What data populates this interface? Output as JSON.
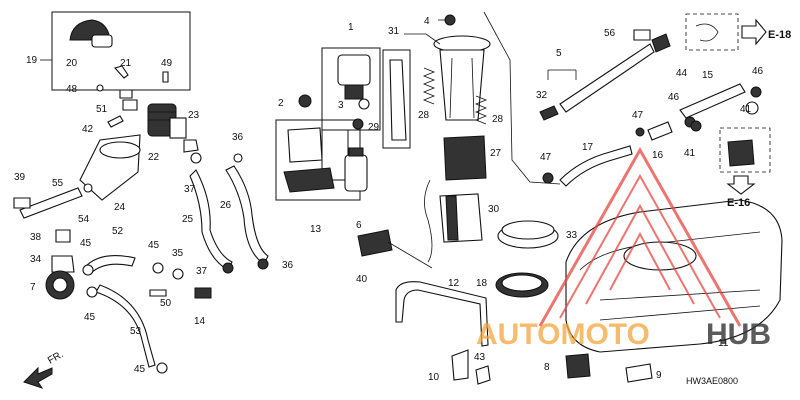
{
  "diagram": {
    "code": "HW3AE0800",
    "front_marker": "FR.",
    "refs": [
      {
        "id": "ref-e18",
        "text": "E-18"
      },
      {
        "id": "ref-e16",
        "text": "E-16"
      }
    ],
    "labels": [
      {
        "id": "19",
        "text": "19"
      },
      {
        "id": "20",
        "text": "20"
      },
      {
        "id": "21",
        "text": "21"
      },
      {
        "id": "48",
        "text": "48"
      },
      {
        "id": "49",
        "text": "49"
      },
      {
        "id": "51",
        "text": "51"
      },
      {
        "id": "42",
        "text": "42"
      },
      {
        "id": "22",
        "text": "22"
      },
      {
        "id": "23",
        "text": "23"
      },
      {
        "id": "24",
        "text": "24"
      },
      {
        "id": "39",
        "text": "39"
      },
      {
        "id": "55",
        "text": "55"
      },
      {
        "id": "54",
        "text": "54"
      },
      {
        "id": "38",
        "text": "38"
      },
      {
        "id": "45a",
        "text": "45"
      },
      {
        "id": "52",
        "text": "52"
      },
      {
        "id": "34",
        "text": "34"
      },
      {
        "id": "7",
        "text": "7"
      },
      {
        "id": "45b",
        "text": "45"
      },
      {
        "id": "53",
        "text": "53"
      },
      {
        "id": "45c",
        "text": "45"
      },
      {
        "id": "45d",
        "text": "45"
      },
      {
        "id": "35",
        "text": "35"
      },
      {
        "id": "50",
        "text": "50"
      },
      {
        "id": "14",
        "text": "14"
      },
      {
        "id": "37a",
        "text": "37"
      },
      {
        "id": "25",
        "text": "25"
      },
      {
        "id": "36a",
        "text": "36"
      },
      {
        "id": "26",
        "text": "26"
      },
      {
        "id": "37b",
        "text": "37"
      },
      {
        "id": "36b",
        "text": "36"
      },
      {
        "id": "1",
        "text": "1"
      },
      {
        "id": "2",
        "text": "2"
      },
      {
        "id": "3",
        "text": "3"
      },
      {
        "id": "29",
        "text": "29"
      },
      {
        "id": "13",
        "text": "13"
      },
      {
        "id": "6",
        "text": "6"
      },
      {
        "id": "40",
        "text": "40"
      },
      {
        "id": "31",
        "text": "31"
      },
      {
        "id": "4",
        "text": "4"
      },
      {
        "id": "28a",
        "text": "28"
      },
      {
        "id": "28b",
        "text": "28"
      },
      {
        "id": "27",
        "text": "27"
      },
      {
        "id": "30",
        "text": "30"
      },
      {
        "id": "33",
        "text": "33"
      },
      {
        "id": "18",
        "text": "18"
      },
      {
        "id": "12",
        "text": "12"
      },
      {
        "id": "10",
        "text": "10"
      },
      {
        "id": "43",
        "text": "43"
      },
      {
        "id": "8",
        "text": "8"
      },
      {
        "id": "9",
        "text": "9"
      },
      {
        "id": "11",
        "text": "11"
      },
      {
        "id": "56",
        "text": "56"
      },
      {
        "id": "5",
        "text": "5"
      },
      {
        "id": "32",
        "text": "32"
      },
      {
        "id": "44",
        "text": "44"
      },
      {
        "id": "47a",
        "text": "47"
      },
      {
        "id": "47b",
        "text": "47"
      },
      {
        "id": "17",
        "text": "17"
      },
      {
        "id": "16",
        "text": "16"
      },
      {
        "id": "15",
        "text": "15"
      },
      {
        "id": "46a",
        "text": "46"
      },
      {
        "id": "46b",
        "text": "46"
      },
      {
        "id": "41a",
        "text": "41"
      },
      {
        "id": "41b",
        "text": "41"
      }
    ]
  },
  "watermark": {
    "text_left": "AUTOMOTO",
    "text_right": "HUB",
    "color_red": "#e8463f",
    "color_orange": "#f3a53b",
    "color_dark": "#333333"
  }
}
